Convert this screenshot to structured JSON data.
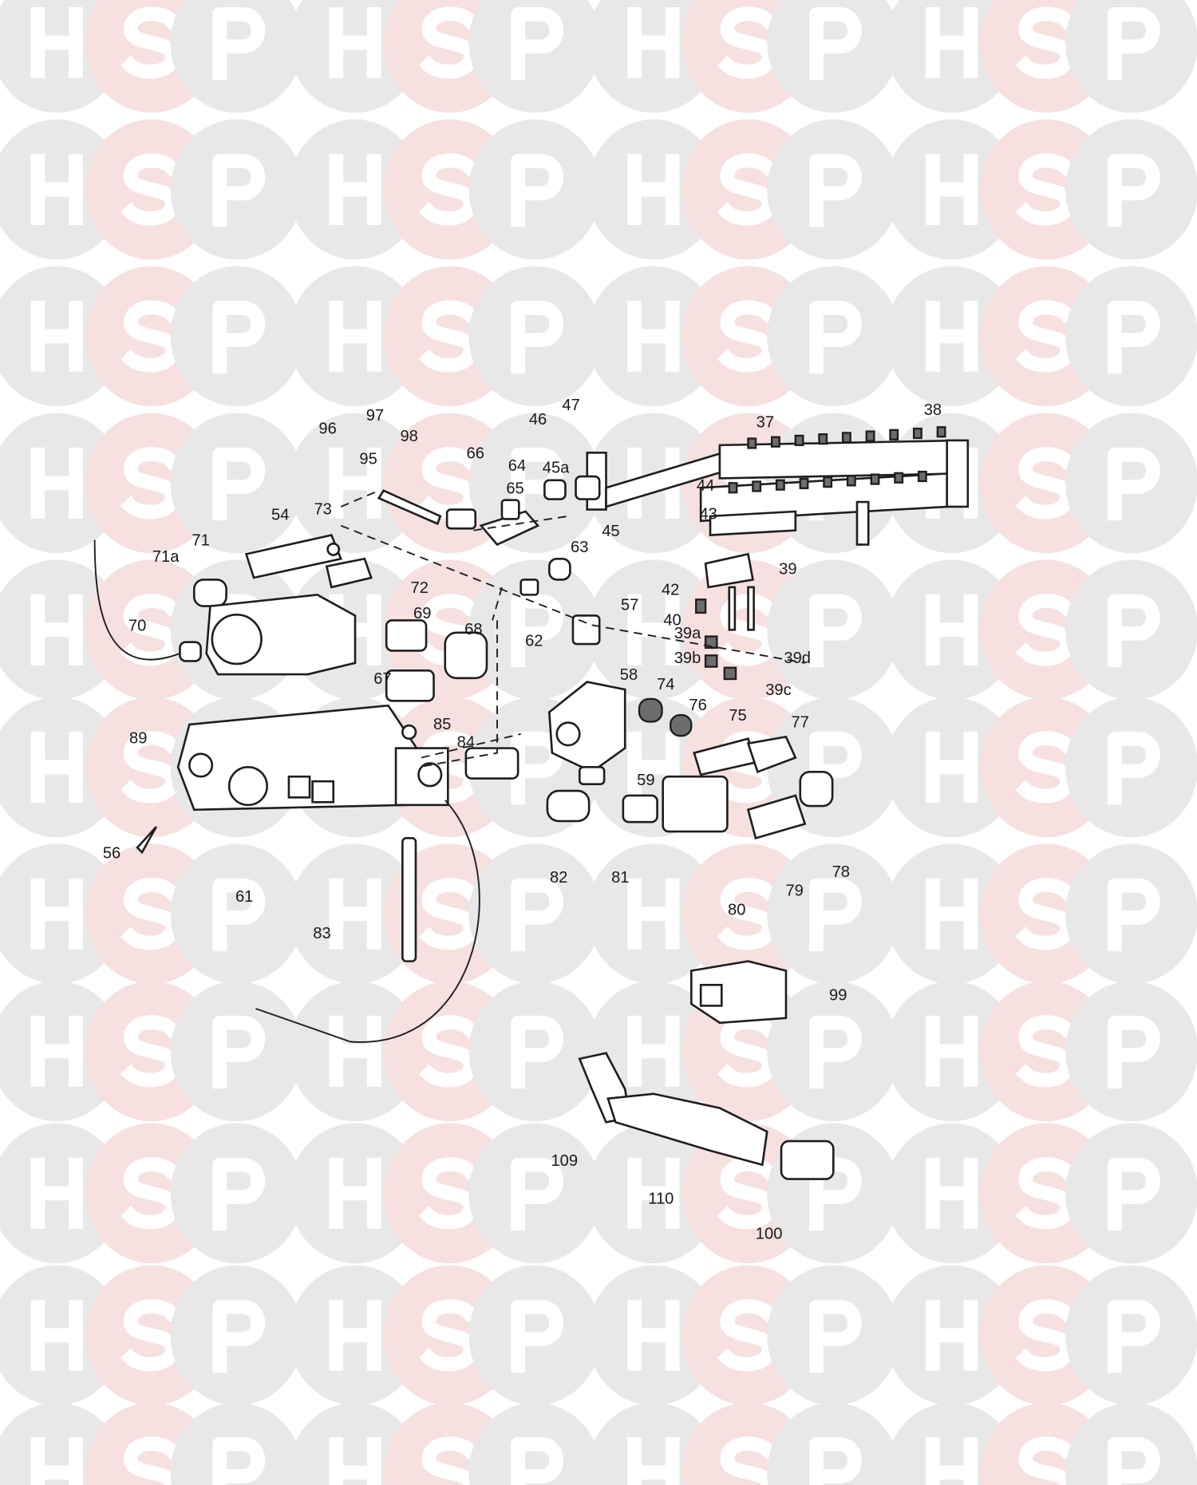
{
  "watermark": {
    "letters": [
      "H",
      "S",
      "P"
    ]
  },
  "diagram": {
    "labels": [
      "96",
      "97",
      "98",
      "95",
      "66",
      "46",
      "47",
      "64",
      "45a",
      "65",
      "37",
      "38",
      "44",
      "43",
      "45",
      "54",
      "73",
      "71a",
      "71",
      "63",
      "72",
      "39",
      "42",
      "40",
      "57",
      "62",
      "69",
      "68",
      "70",
      "39a",
      "39d",
      "39b",
      "39c",
      "58",
      "67",
      "74",
      "76",
      "75",
      "77",
      "85",
      "84",
      "89",
      "59",
      "56",
      "82",
      "81",
      "80",
      "79",
      "78",
      "61",
      "83",
      "99",
      "109",
      "110",
      "100"
    ]
  }
}
